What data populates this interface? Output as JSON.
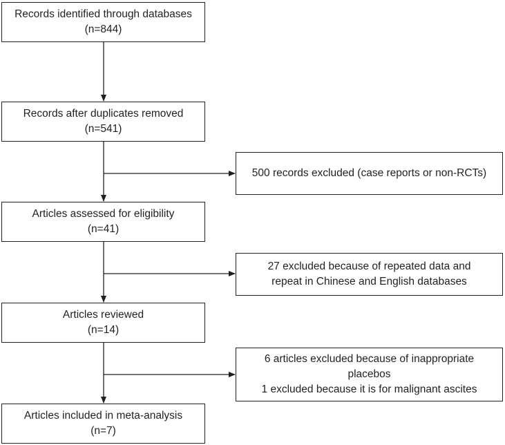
{
  "flow": {
    "main": [
      {
        "title": "Records identified through databases",
        "count": "(n=844)"
      },
      {
        "title": "Records after duplicates removed",
        "count": "(n=541)"
      },
      {
        "title": "Articles assessed for eligibility",
        "count": "(n=41)"
      },
      {
        "title": "Articles reviewed",
        "count": "(n=14)"
      },
      {
        "title": "Articles included in meta-analysis",
        "count": "(n=7)"
      }
    ],
    "exclusions": [
      {
        "lines": [
          "500 records excluded (case reports or non-RCTs)"
        ]
      },
      {
        "lines": [
          "27 excluded because of repeated data and",
          "repeat in Chinese and English databases"
        ]
      },
      {
        "lines": [
          "6 articles excluded because of inappropriate",
          "placebos",
          "1 excluded because it is for malignant ascites"
        ]
      }
    ]
  },
  "colors": {
    "line": "#231f20",
    "background": "#ffffff"
  }
}
